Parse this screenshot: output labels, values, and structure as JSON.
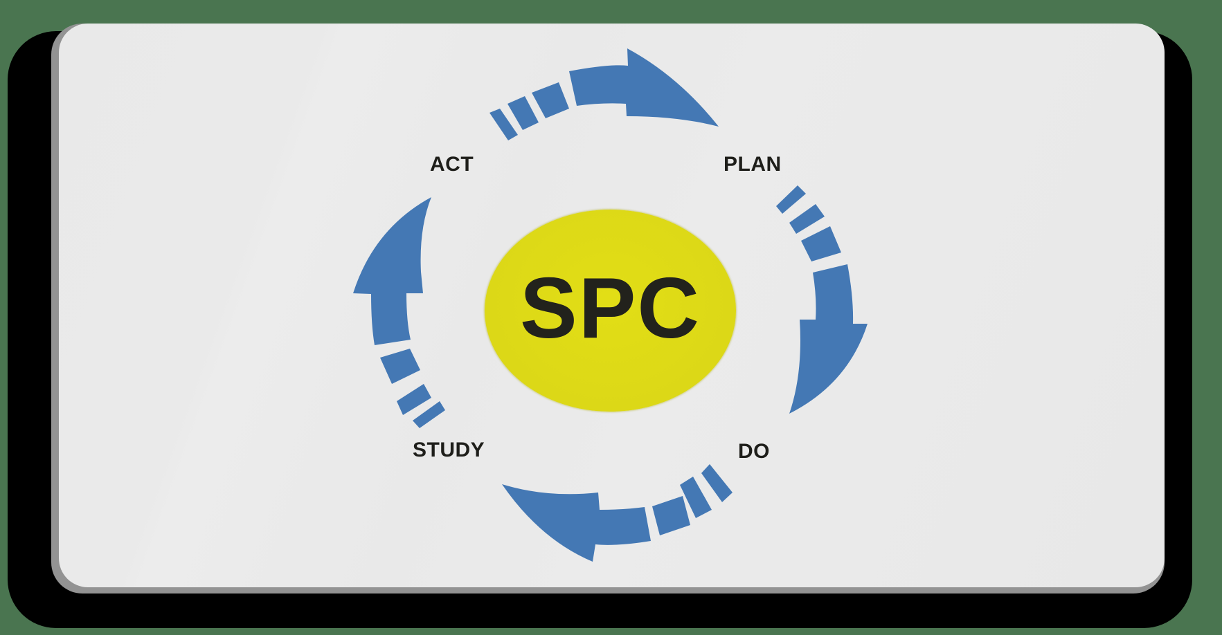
{
  "diagram": {
    "type": "cycle",
    "center_label": "SPC",
    "steps": [
      {
        "id": "plan",
        "label": "PLAN"
      },
      {
        "id": "do",
        "label": "DO"
      },
      {
        "id": "study",
        "label": "STUDY"
      },
      {
        "id": "act",
        "label": "ACT"
      }
    ],
    "flow": [
      "ACT → PLAN",
      "PLAN → DO",
      "DO → STUDY",
      "STUDY → ACT"
    ],
    "direction": "clockwise"
  },
  "colors": {
    "background": "#4a7550",
    "card": "#e9e9e9",
    "arrow": "#4478b4",
    "hub": "#dcd817",
    "text": "#1e1e1a"
  },
  "icons": {
    "arrow_top": "curved-arrow-right-icon",
    "arrow_right": "curved-arrow-down-icon",
    "arrow_bottom": "curved-arrow-left-icon",
    "arrow_left": "curved-arrow-up-icon"
  }
}
